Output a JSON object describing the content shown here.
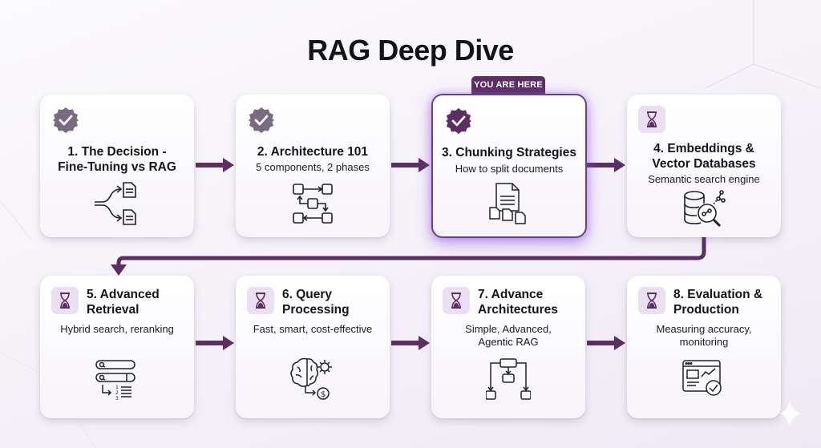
{
  "title": "RAG Deep Dive",
  "current_badge": "YOU ARE HERE",
  "colors": {
    "accent": "#5c2e63",
    "done_badge": "#7a6a82",
    "current_badge": "#5c2e63",
    "pending_bg": "#ebdff2",
    "glow": "#9a5ae6"
  },
  "steps": [
    {
      "number": 1,
      "title": "1. The Decision -\nFine-Tuning vs RAG",
      "title_lines": [
        "1. The Decision -",
        "Fine-Tuning vs RAG"
      ],
      "subtitle": "",
      "status": "completed",
      "status_icon": "check-badge-icon",
      "icon": "fork-documents-icon"
    },
    {
      "number": 2,
      "title": "2. Architecture 101",
      "subtitle": "5 components, 2 phases",
      "status": "completed",
      "status_icon": "check-badge-icon",
      "icon": "component-flow-icon"
    },
    {
      "number": 3,
      "title": "3. Chunking Strategies",
      "subtitle": "How to split documents",
      "status": "current",
      "status_icon": "check-badge-icon",
      "icon": "document-split-icon"
    },
    {
      "number": 4,
      "title_lines": [
        "4. Embeddings &",
        "Vector Databases"
      ],
      "subtitle": "Semantic search engine",
      "status": "pending",
      "status_icon": "hourglass-icon",
      "icon": "database-search-icon"
    },
    {
      "number": 5,
      "title_lines": [
        "5. Advanced",
        "Retrieval"
      ],
      "subtitle": "Hybrid search, reranking",
      "status": "pending",
      "status_icon": "hourglass-icon",
      "icon": "search-rerank-icon"
    },
    {
      "number": 6,
      "title_lines": [
        "6. Query",
        "Processing"
      ],
      "subtitle": "Fast, smart, cost-effective",
      "status": "pending",
      "status_icon": "hourglass-icon",
      "icon": "brain-gear-cost-icon"
    },
    {
      "number": 7,
      "title_lines": [
        "7. Advance",
        "Architectures"
      ],
      "subtitle_lines": [
        "Simple, Advanced,",
        "Agentic RAG"
      ],
      "status": "pending",
      "status_icon": "hourglass-icon",
      "icon": "hierarchy-icon"
    },
    {
      "number": 8,
      "title_lines": [
        "8. Evaluation &",
        "Production"
      ],
      "subtitle_lines": [
        "Measuring accuracy,",
        "monitoring"
      ],
      "status": "pending",
      "status_icon": "hourglass-icon",
      "icon": "dashboard-check-icon"
    }
  ]
}
